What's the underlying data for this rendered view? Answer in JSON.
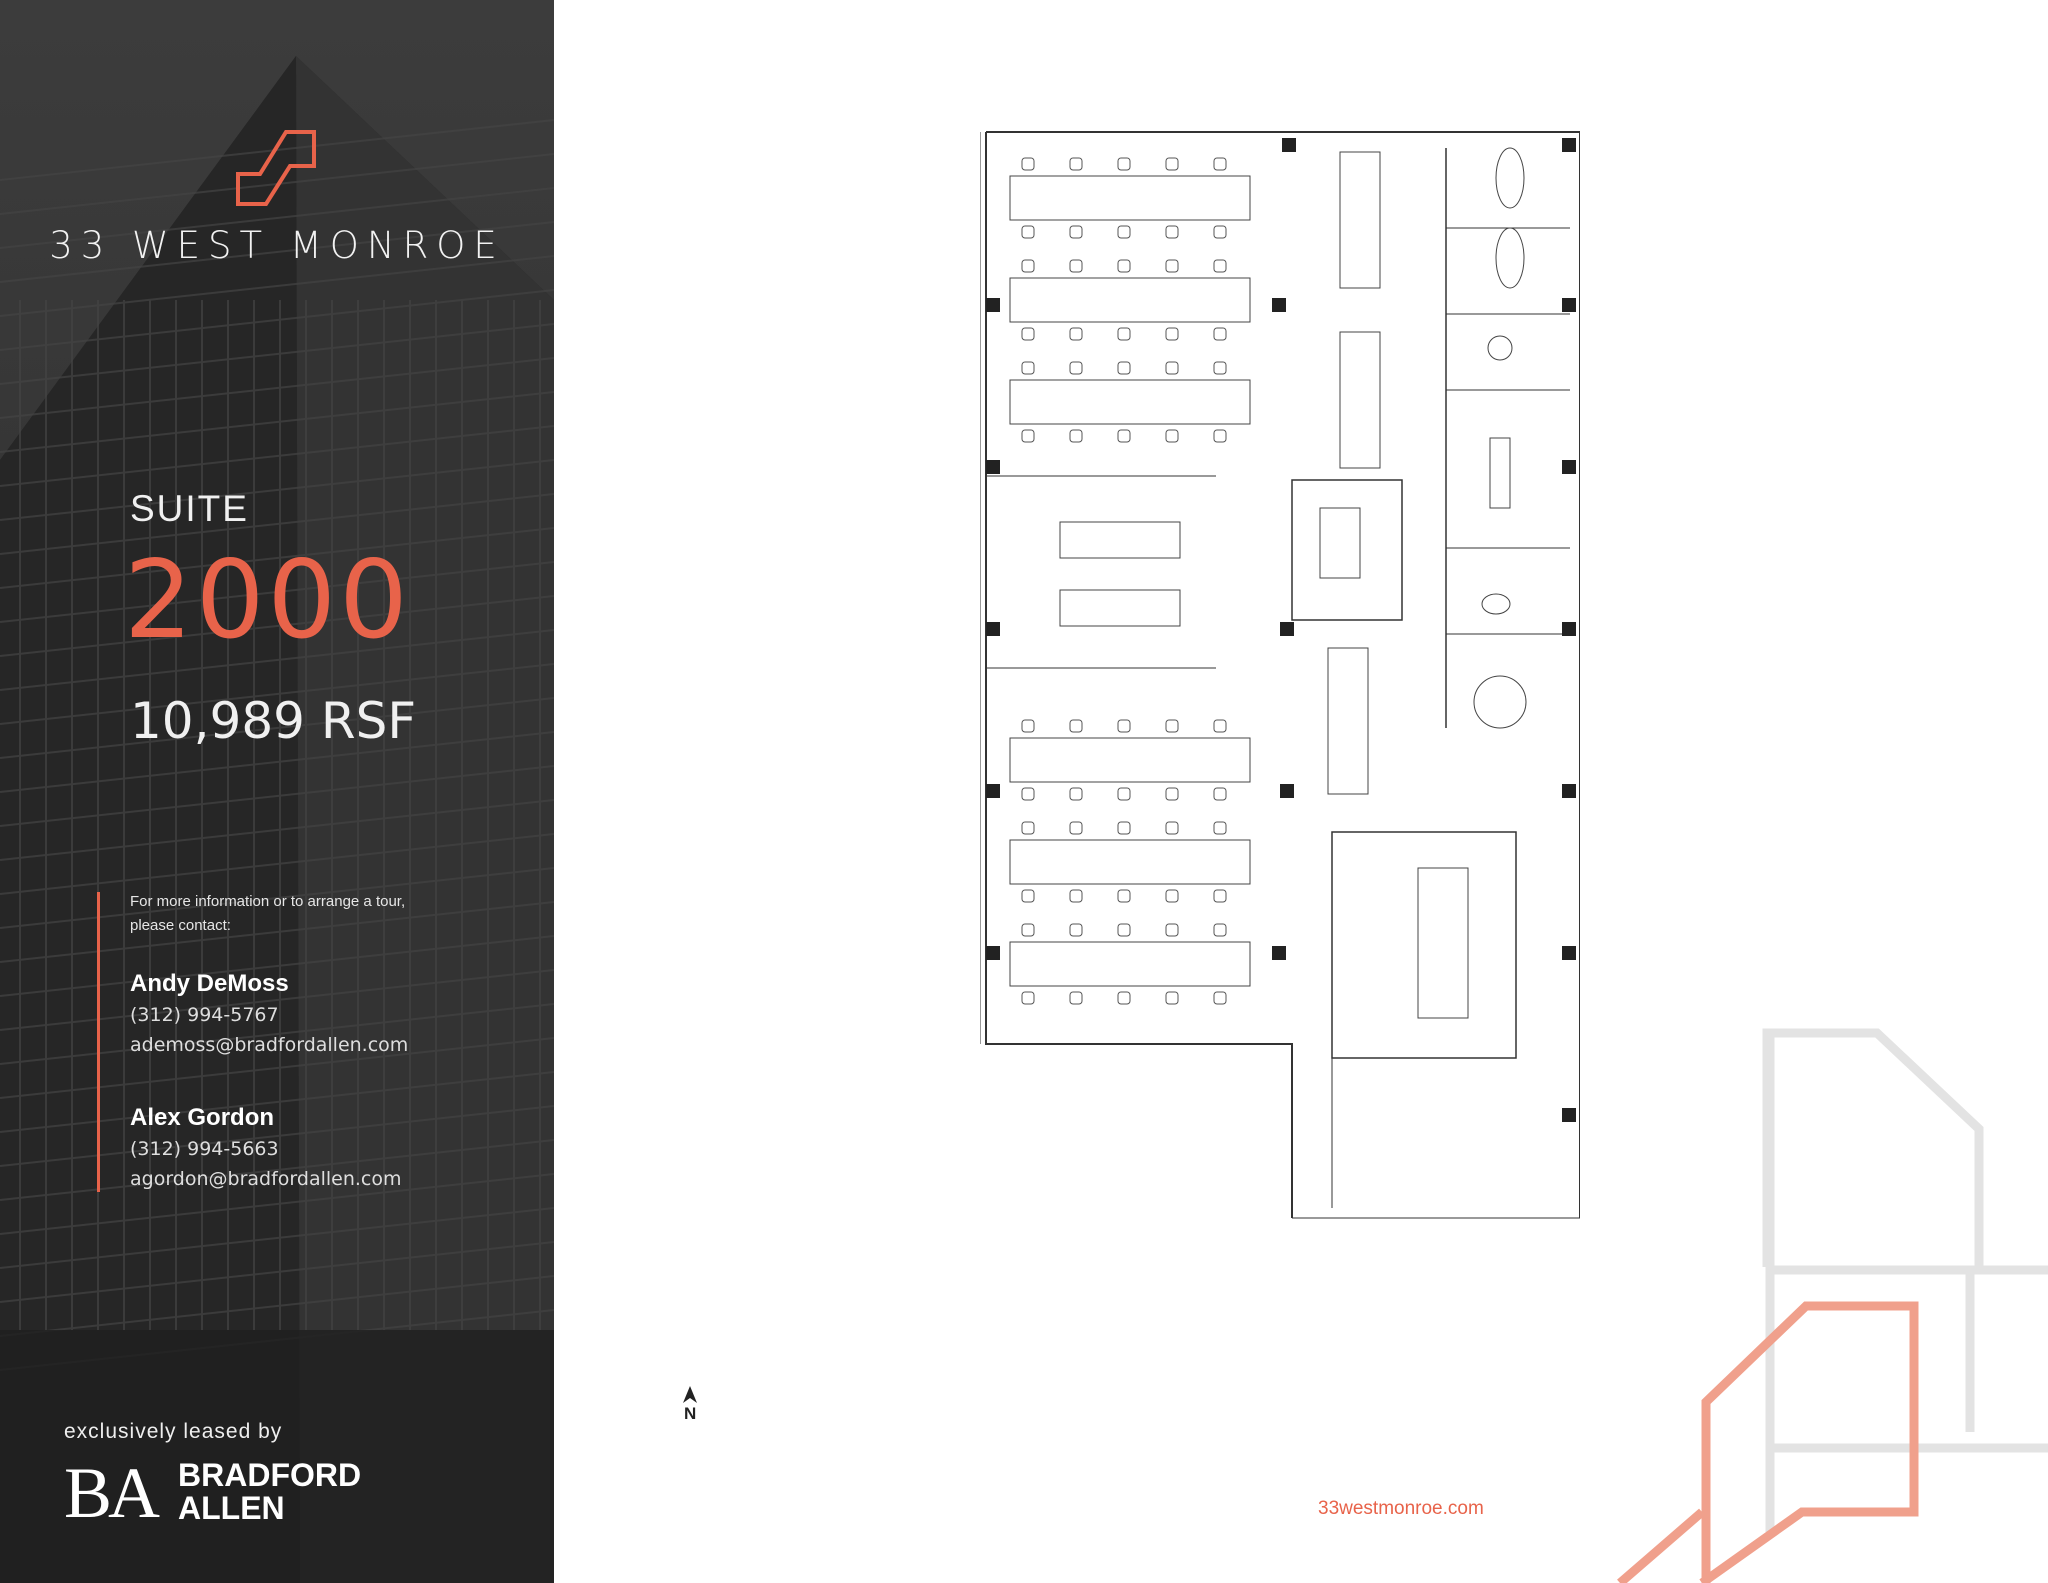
{
  "brand": {
    "name": "33 WEST MONROE"
  },
  "suite": {
    "label": "SUITE",
    "number": "2000",
    "area": "10,989 RSF"
  },
  "contact": {
    "intro": "For more information or to arrange a tour, please contact:",
    "people": [
      {
        "name": "Andy DeMoss",
        "phone": "(312) 994-5767",
        "email": "ademoss@bradfordallen.com"
      },
      {
        "name": "Alex Gordon",
        "phone": "(312) 994-5663",
        "email": "agordon@bradfordallen.com"
      }
    ]
  },
  "leasing": {
    "text": "exclusively leased by",
    "logo_mark": "BA",
    "logo_line1": "BRADFORD",
    "logo_line2": "ALLEN"
  },
  "compass": {
    "label": "N"
  },
  "website": "33westmonroe.com",
  "colors": {
    "accent": "#e8634a",
    "accent_light": "#f0a08c",
    "panel": "#353535",
    "deco_gray": "#e3e3e3"
  }
}
